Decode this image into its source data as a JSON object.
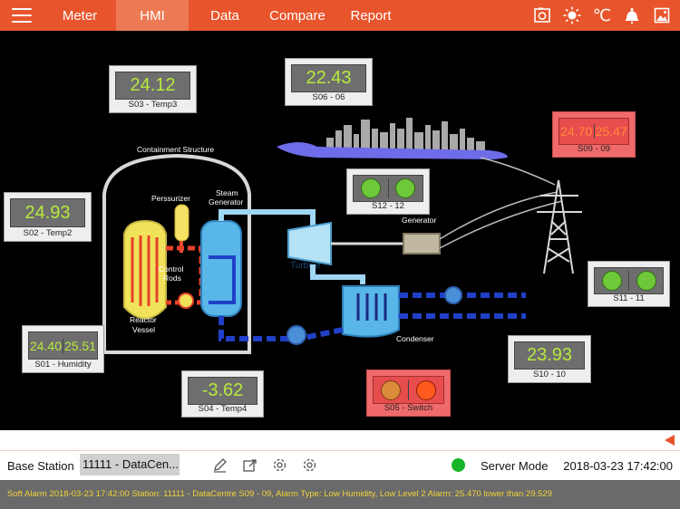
{
  "nav": {
    "tabs": [
      {
        "label": "Meter",
        "active": false
      },
      {
        "label": "HMI",
        "active": true
      },
      {
        "label": "Data",
        "active": false
      },
      {
        "label": "Compare",
        "active": false
      },
      {
        "label": "Report",
        "active": false
      }
    ],
    "icons": [
      "camera-icon",
      "sun-icon",
      "celsius-icon",
      "bell-icon",
      "image-icon"
    ],
    "celsius_symbol": "℃"
  },
  "diagram_labels": {
    "containment": "Containment Structure",
    "pressurizer": "Perssurizer",
    "steam_gen_1": "Steam",
    "steam_gen_2": "Generator",
    "control_rods_1": "Control",
    "control_rods_2": "Rods",
    "reactor_1": "Reactor",
    "reactor_2": "Vessel",
    "turbine": "Turbine",
    "generator": "Generator",
    "condenser": "Condenser"
  },
  "sensors": {
    "s03": {
      "value": "24.12",
      "label": "S03 - Temp3"
    },
    "s06": {
      "value": "22.43",
      "label": "S06 - 06"
    },
    "s09": {
      "value1": "24.70",
      "value2": "25.47",
      "label": "S09 - 09",
      "alarm": true
    },
    "s12": {
      "label": "S12 - 12",
      "states": [
        "on",
        "on"
      ]
    },
    "s02": {
      "value": "24.93",
      "label": "S02 - Temp2"
    },
    "s11": {
      "label": "S11 - 11",
      "states": [
        "on",
        "on"
      ]
    },
    "s01": {
      "value1": "24.40",
      "value2": "25.51",
      "label": "S01 - Humidity"
    },
    "s10": {
      "value": "23.93",
      "label": "S10 - 10"
    },
    "s04": {
      "value": "-3.62",
      "label": "S04 - Temp4"
    },
    "s05": {
      "label": "S05 - Switch",
      "states": [
        "alarm",
        "alarm"
      ],
      "alarm": true
    }
  },
  "colors": {
    "brand": "#e8542b",
    "value_text": "#b6ea3c",
    "alarm_panel": "#ef6a6a",
    "indicator_on": "#6ec83a",
    "server_ok": "#18b52a",
    "alarm_text": "#f2d23a"
  },
  "footer": {
    "base_station_label": "Base Station",
    "station_value": "11111 - DataCen...",
    "tool_icons": [
      "edit-icon",
      "export-icon",
      "settings-icon",
      "settings-alt-icon"
    ],
    "server_mode": "Server Mode",
    "datetime": "2018-03-23 17:42:00",
    "alarm_message": "Soft Alarm 2018-03-23 17:42:00 Station: 11111 - DataCentre S09 - 09, Alarm Type: Low Humidity, Low Level 2 Alarm: 25.470 lower than 29.529"
  }
}
